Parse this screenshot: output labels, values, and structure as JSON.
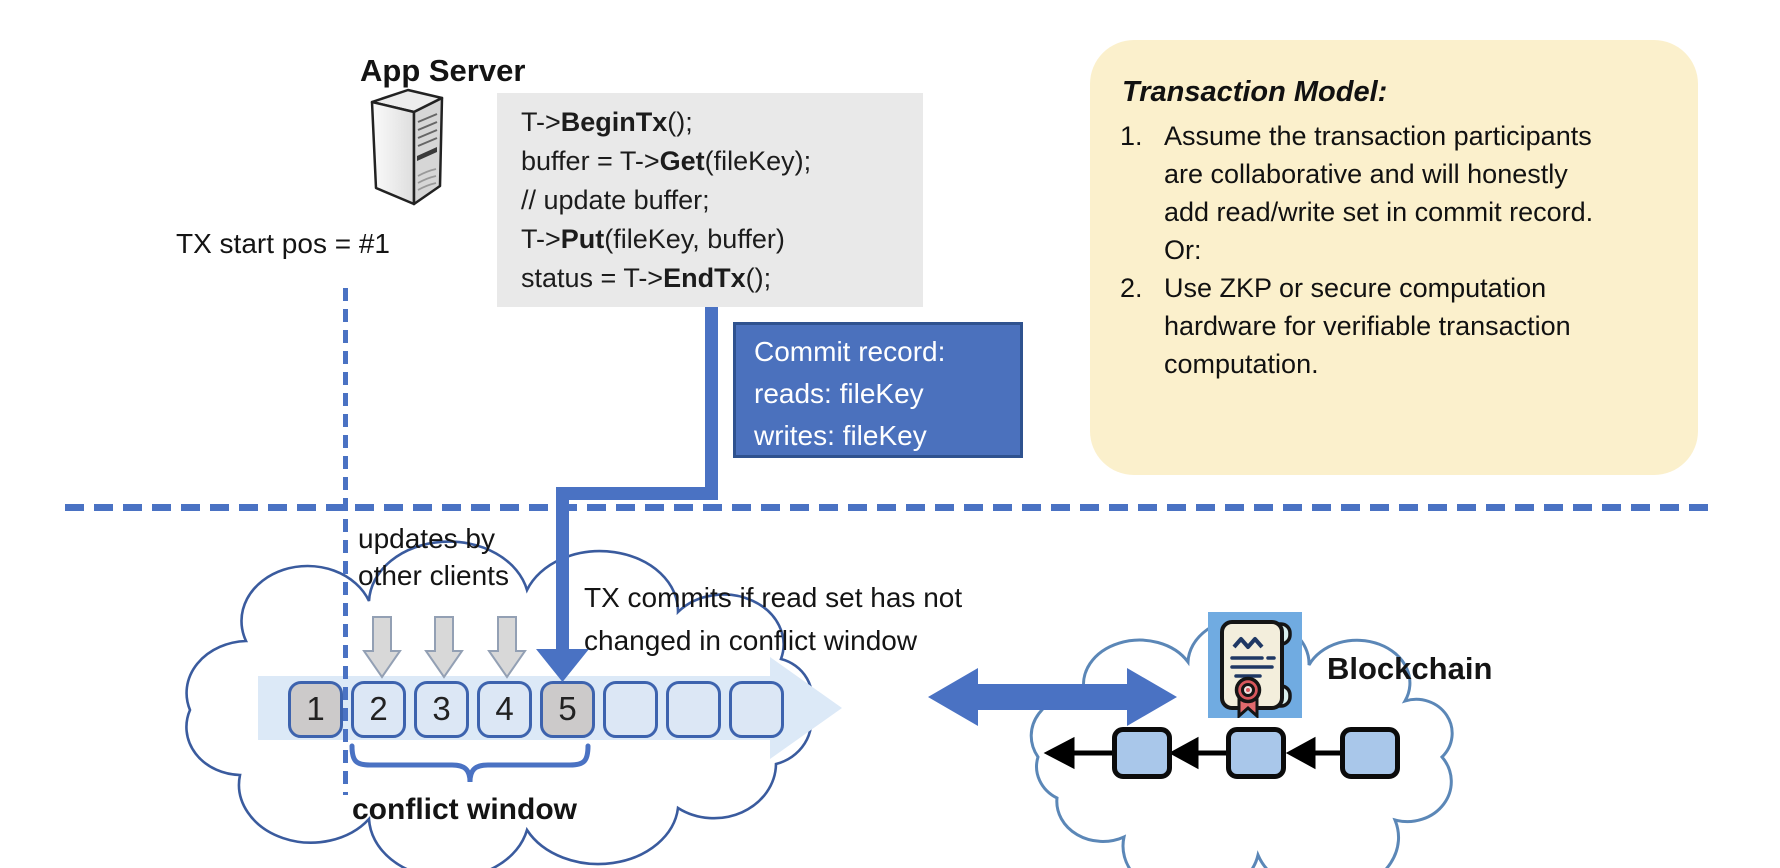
{
  "labels": {
    "app_server": "App Server",
    "tx_start": "TX start pos = #1",
    "updates_line1": "updates by",
    "updates_line2": "other clients",
    "commit_note_line1": "TX commits if read set has not",
    "commit_note_line2": "changed in conflict window",
    "conflict_window": "conflict window",
    "blockchain": "Blockchain"
  },
  "code_block": {
    "lines": [
      [
        {
          "text": "T->",
          "bold": false
        },
        {
          "text": "BeginTx",
          "bold": true
        },
        {
          "text": "();",
          "bold": false
        }
      ],
      [
        {
          "text": "buffer = T->",
          "bold": false
        },
        {
          "text": "Get",
          "bold": true
        },
        {
          "text": "(fileKey);",
          "bold": false
        }
      ],
      [
        {
          "text": "// update buffer;",
          "bold": false
        }
      ],
      [
        {
          "text": "T->",
          "bold": false
        },
        {
          "text": "Put",
          "bold": true
        },
        {
          "text": "(fileKey, buffer)",
          "bold": false
        }
      ],
      [
        {
          "text": "status = T->",
          "bold": false
        },
        {
          "text": "EndTx",
          "bold": true
        },
        {
          "text": "();",
          "bold": false
        }
      ]
    ]
  },
  "commit_record": {
    "line1": "Commit record:",
    "line2": "reads: fileKey",
    "line3": "writes: fileKey"
  },
  "transaction_model": {
    "title": "Transaction Model:",
    "items": [
      {
        "num": "1.",
        "text": "Assume the transaction participants are collaborative and will honestly add read/write set in commit record.  Or:"
      },
      {
        "num": "2.",
        "text": "Use ZKP or secure computation hardware for verifiable transaction computation."
      }
    ]
  },
  "timeline": {
    "blocks": [
      "1",
      "2",
      "3",
      "4",
      "5",
      "",
      "",
      ""
    ],
    "gray_block_indexes": [
      0,
      4
    ],
    "update_arrow_count": 3
  },
  "blockchain_chain": {
    "block_count": 3
  },
  "icons": [
    "server-icon",
    "certificate-icon",
    "down-arrow-icon",
    "double-arrow-icon",
    "cloud-shape"
  ],
  "colors": {
    "accent_blue": "#4a72c3",
    "commit_box_fill": "#4b71bd",
    "commit_box_border": "#2F528F",
    "code_background": "#e9e9e9",
    "panel_yellow": "#fbf0cc",
    "block_border_blue": "#3d63ae",
    "block_light_fill": "#dce7f5",
    "block_gray_fill": "#cccaca",
    "band_fill": "#dce9f7",
    "cloud_stroke_left": "#3a5b9e",
    "cloud_stroke_right": "#5b87b7",
    "chain_block_fill": "#a9c7ea",
    "cert_icon_background": "#70abe1",
    "scroll_cream": "#f3eedc",
    "seal_red": "#d9575c",
    "ink_navy": "#1f3864",
    "gray_arrow_fill": "#d8d8d8",
    "text_black": "#141414"
  }
}
